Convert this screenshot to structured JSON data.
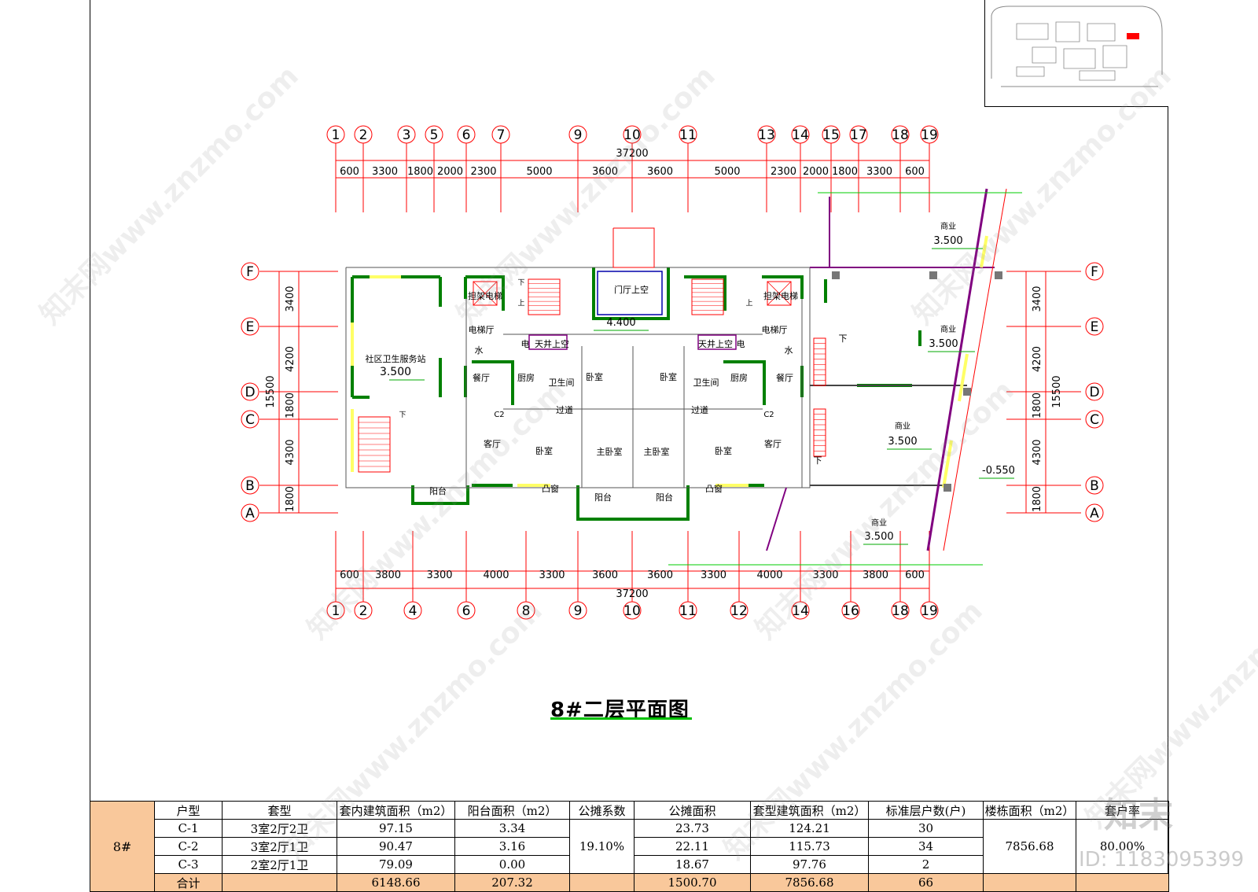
{
  "drawing": {
    "title": "8#二层平面图",
    "axis_top": [
      "1",
      "2",
      "3",
      "5",
      "6",
      "7",
      "9",
      "10",
      "11",
      "13",
      "14",
      "15",
      "17",
      "18",
      "19"
    ],
    "axis_bottom": [
      "1",
      "2",
      "4",
      "6",
      "8",
      "9",
      "10",
      "11",
      "12",
      "14",
      "16",
      "18",
      "19"
    ],
    "axis_rows": [
      "F",
      "E",
      "D",
      "C",
      "B",
      "A"
    ],
    "dims_top_total": "37200",
    "dims_top": [
      "600",
      "3300",
      "1800",
      "2000",
      "2300",
      "5000",
      "3600",
      "3600",
      "5000",
      "2300",
      "2000",
      "1800",
      "3300",
      "600"
    ],
    "dims_bottom_total": "37200",
    "dims_bottom": [
      "600",
      "3800",
      "3300",
      "4000",
      "3300",
      "3600",
      "3600",
      "3300",
      "4000",
      "3300",
      "3800",
      "600"
    ],
    "dims_left_total": "15500",
    "dims_left": [
      "3400",
      "4200",
      "1800",
      "4300",
      "1800"
    ],
    "dims_right_total": "15500",
    "dims_right": [
      "3400",
      "4200",
      "1800",
      "4300",
      "1800"
    ],
    "rooms": {
      "community_health": "社区卫生服务站",
      "community_elev": "3.500",
      "stretcher_elevator_l": "担架电梯",
      "stretcher_elevator_r": "担架电梯",
      "lobby_void": "门厅上空",
      "elevator_hall_l": "电梯厅",
      "elevator_hall_r": "电梯厅",
      "floor_elev": "4.400",
      "water_l": "水",
      "water_r": "水",
      "elec_l": "电",
      "elec_r": "电",
      "shaft_void_l": "天井上空",
      "shaft_void_r": "天井上空",
      "dining_l": "餐厅",
      "dining_r": "餐厅",
      "kitchen_l": "厨房",
      "kitchen_r": "厨房",
      "bath_l": "卫生间",
      "bath_r": "卫生间",
      "bed_l1": "卧室",
      "bed_r1": "卧室",
      "corridor_l": "过道",
      "corridor_r": "过道",
      "living_l": "客厅",
      "living_r": "客厅",
      "bed_l2": "卧室",
      "bed_r2": "卧室",
      "master_l": "主卧室",
      "master_r": "主卧室",
      "bay_l": "凸窗",
      "bay_r": "凸窗",
      "balcony_l": "阳台",
      "balcony_r": "阳台",
      "balcony_health": "阳台",
      "window_l": "C2",
      "window_r": "C2",
      "down_1": "下",
      "down_2": "下",
      "down_3": "下",
      "down_4": "下",
      "up_1": "上",
      "up_2": "上",
      "commerce_1": "商业",
      "commerce_1_elev": "3.500",
      "commerce_2": "商业",
      "commerce_2_elev": "3.500",
      "commerce_3": "商业",
      "commerce_3_elev": "3.500",
      "commerce_4": "商业",
      "commerce_4_elev": "3.500",
      "outdoor_elev": "-0.550"
    }
  },
  "schedule": {
    "building": "8#",
    "headers": [
      "户型",
      "套型",
      "套内建筑面积（m2）",
      "阳台面积（m2）",
      "公摊系数",
      "公摊面积",
      "套型建筑面积（m2）",
      "标准层户数(户)",
      "楼栋面积（m2）",
      "套户率"
    ],
    "rows": [
      {
        "unit": "C-1",
        "type": "3室2厅2卫",
        "inner": "97.15",
        "balcony": "3.34",
        "share": "23.73",
        "total": "124.21",
        "count": "30"
      },
      {
        "unit": "C-2",
        "type": "3室2厅1卫",
        "inner": "90.47",
        "balcony": "3.16",
        "share": "22.11",
        "total": "115.73",
        "count": "34"
      },
      {
        "unit": "C-3",
        "type": "2室2厅1卫",
        "inner": "79.09",
        "balcony": "0.00",
        "share": "18.67",
        "total": "97.76",
        "count": "2"
      }
    ],
    "share_factor": "19.10%",
    "building_area": "7856.68",
    "ratio": "80.00%",
    "total": {
      "label": "合计",
      "inner": "6148.66",
      "balcony": "207.32",
      "share": "1500.70",
      "total": "7856.68",
      "count": "66"
    }
  },
  "watermark": {
    "logo": "知末",
    "id": "ID: 1183095399",
    "text": "知末网www.znzmo.com"
  },
  "colors": {
    "wall": "#008000",
    "axis": "#ff0000",
    "dim": "#ff0000",
    "window": "#ffff66",
    "partition": "#800080",
    "total_fill": "#f9c89b"
  }
}
